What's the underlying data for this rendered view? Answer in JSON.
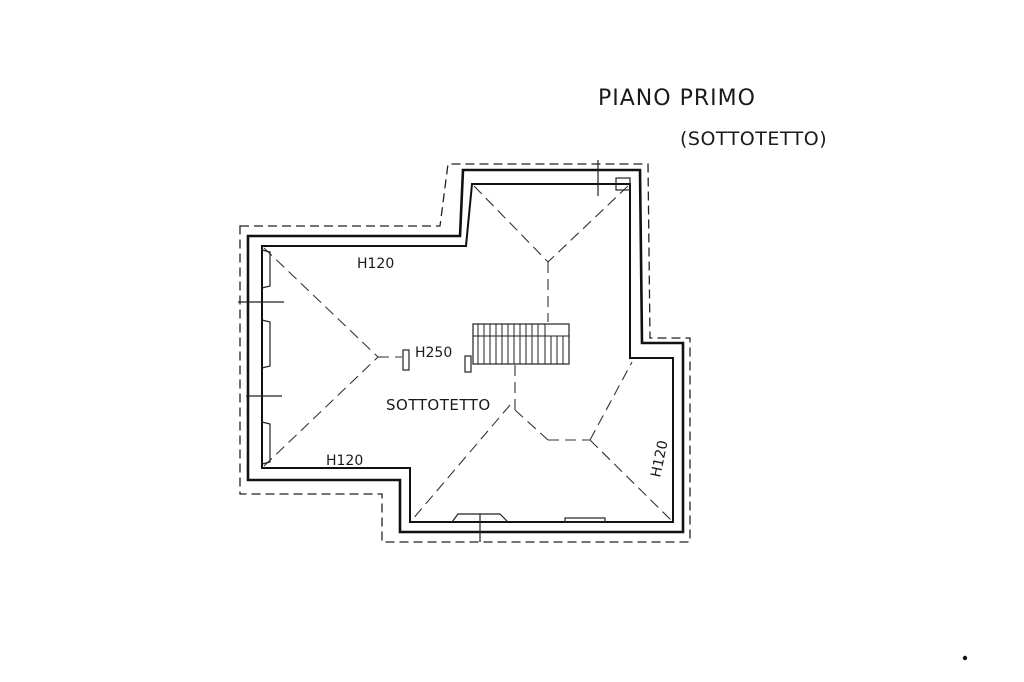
{
  "title": {
    "main": "PIANO PRIMO",
    "sub": "(SOTTOTETTO)"
  },
  "labels": {
    "h120_top": "H120",
    "h250": "H250",
    "room": "SOTTOTETTO",
    "h120_bottom": "H120",
    "h120_right": "H120"
  }
}
